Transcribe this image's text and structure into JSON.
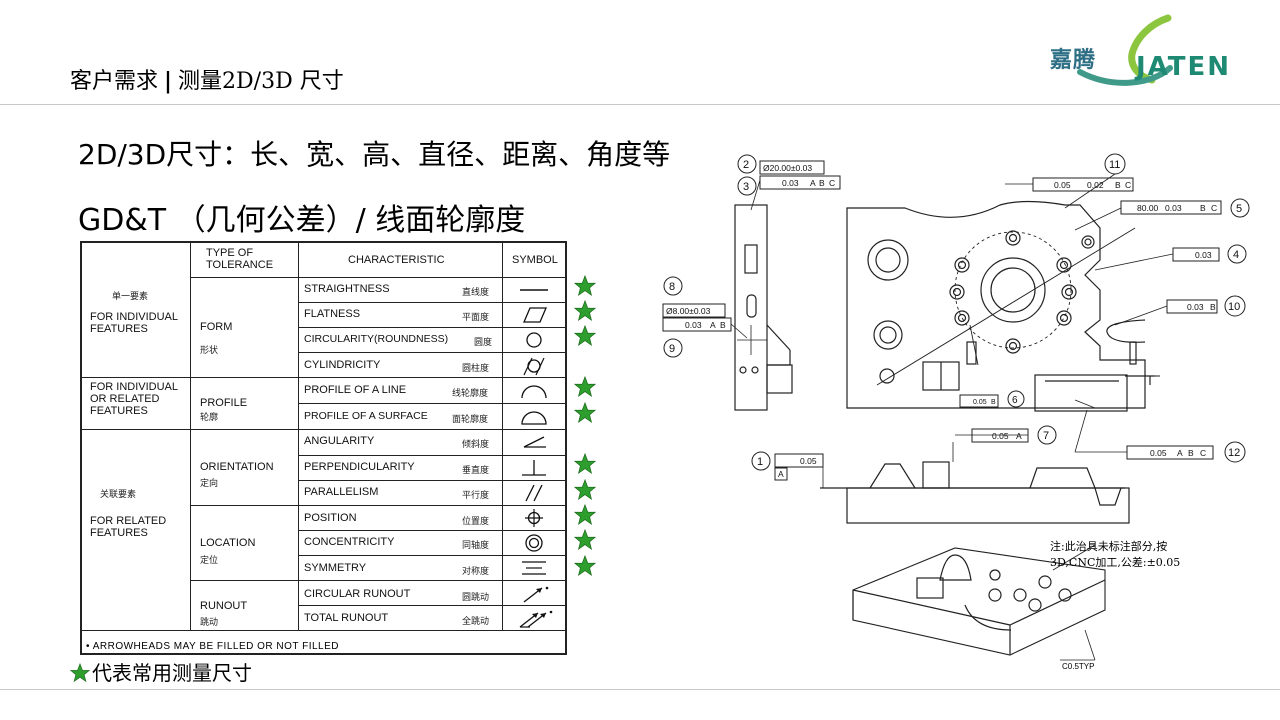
{
  "header": {
    "title_left": "客户需求",
    "separator": "|",
    "title_right": "测量2D/3D 尺寸"
  },
  "logo": {
    "cn": "嘉腾",
    "en": "JATEN",
    "colors": {
      "blue": "#2e6f86",
      "green": "#1f8a73"
    }
  },
  "headline1": "2D/3D尺寸：长、宽、高、直径、距离、角度等",
  "headline2": "GD&T （几何公差）/ 线面轮廓度",
  "table": {
    "headers": {
      "type": "TYPE OF TOLERANCE",
      "char": "CHARACTERISTIC",
      "symbol": "SYMBOL"
    },
    "groups": [
      {
        "cn": "单一要素",
        "en": "FOR INDIVIDUAL FEATURES"
      },
      {
        "cn": "",
        "en": "FOR INDIVIDUAL OR RELATED FEATURES"
      },
      {
        "cn": "关联要素",
        "en": "FOR RELATED FEATURES"
      }
    ],
    "types": [
      {
        "en": "FORM",
        "cn": "形状"
      },
      {
        "en": "PROFILE",
        "cn": "轮廓"
      },
      {
        "en": "ORIENTATION",
        "cn": "定向"
      },
      {
        "en": "LOCATION",
        "cn": "定位"
      },
      {
        "en": "RUNOUT",
        "cn": "跳动"
      }
    ],
    "rows": [
      {
        "en": "STRAIGHTNESS",
        "cn": "直线度",
        "icon": "straightness-icon",
        "starred": true
      },
      {
        "en": "FLATNESS",
        "cn": "平面度",
        "icon": "flatness-icon",
        "starred": true
      },
      {
        "en": "CIRCULARITY(ROUNDNESS)",
        "cn": "圆度",
        "icon": "circularity-icon",
        "starred": true
      },
      {
        "en": "CYLINDRICITY",
        "cn": "圆柱度",
        "icon": "cylindricity-icon",
        "starred": false
      },
      {
        "en": "PROFILE OF A LINE",
        "cn": "线轮廓度",
        "icon": "profile-line-icon",
        "starred": true
      },
      {
        "en": "PROFILE OF A SURFACE",
        "cn": "面轮廓度",
        "icon": "profile-surface-icon",
        "starred": true
      },
      {
        "en": "ANGULARITY",
        "cn": "倾斜度",
        "icon": "angularity-icon",
        "starred": false
      },
      {
        "en": "PERPENDICULARITY",
        "cn": "垂直度",
        "icon": "perpendicularity-icon",
        "starred": true
      },
      {
        "en": "PARALLELISM",
        "cn": "平行度",
        "icon": "parallelism-icon",
        "starred": true
      },
      {
        "en": "POSITION",
        "cn": "位置度",
        "icon": "position-icon",
        "starred": true
      },
      {
        "en": "CONCENTRICITY",
        "cn": "同轴度",
        "icon": "concentricity-icon",
        "starred": true
      },
      {
        "en": "SYMMETRY",
        "cn": "对称度",
        "icon": "symmetry-icon",
        "starred": true
      },
      {
        "en": "CIRCULAR RUNOUT",
        "cn": "圆跳动",
        "icon": "circular-runout-icon",
        "starred": false
      },
      {
        "en": "TOTAL RUNOUT",
        "cn": "全跳动",
        "icon": "total-runout-icon",
        "starred": false
      }
    ],
    "note": "• ARROWHEADS MAY BE FILLED OR NOT FILLED"
  },
  "legend": "代表常用测量尺寸",
  "star_color": "#2e9e2e",
  "drawing": {
    "callouts": {
      "c1": "1",
      "c2": "2",
      "c3": "3",
      "c4": "4",
      "c5": "5",
      "c6": "6",
      "c7": "7",
      "c8": "8",
      "c9": "9",
      "c10": "10",
      "c11": "11",
      "c12": "12"
    },
    "fcf": {
      "d2": "Ø20.00±0.03",
      "f3_tol": "0.03",
      "f3_a": "A",
      "f3_b": "B",
      "f3_c": "C",
      "f11_tol": "0.05",
      "f11_m": "0.02",
      "f11_b": "B",
      "f11_c": "C",
      "f5_tol": "80.00",
      "f5_m": "0.03",
      "f5_b": "B",
      "f5_c": "C",
      "f4_tol": "0.03",
      "d8": "Ø8.00±0.03",
      "f9_tol": "0.03",
      "f9_a": "A",
      "f9_b": "B",
      "f10_tol": "0.03",
      "f10_b": "B",
      "f6_tol": "0.05",
      "f6_b": "B",
      "f7_tol": "0.05",
      "f7_a": "A",
      "f1_tol": "0.05",
      "f1_a": "A",
      "f12_tol": "0.05",
      "f12_a": "A",
      "f12_b": "B",
      "f12_c": "C"
    },
    "note_line1": "注:此治具未标注部分,按",
    "note_line2": "3D,CNC加工,公差:±0.05",
    "c05typ": "C0.5TYP"
  }
}
